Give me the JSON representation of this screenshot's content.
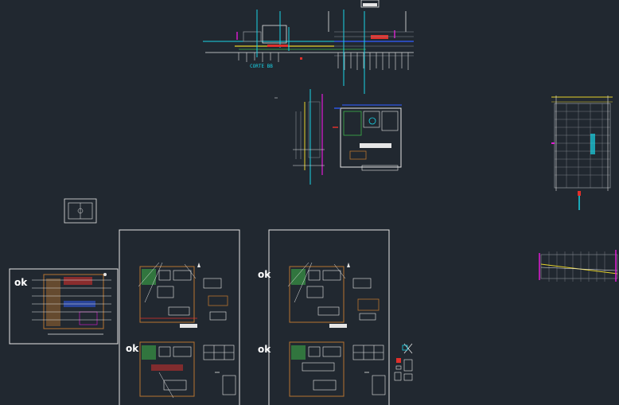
{
  "colors": {
    "background": "#212830",
    "frame": "#e6e6e6",
    "cyan": "#19d3e6",
    "magenta": "#e21bd6",
    "red": "#e0302b",
    "yellow": "#e6d22a",
    "orange": "#b8732f",
    "green": "#3fb54a",
    "white": "#ffffff",
    "blue": "#2f56e0",
    "grey": "#8a8f96"
  },
  "marks": {
    "ok_1": "ok",
    "ok_2": "ok",
    "ok_3": "ok",
    "ok_4": "ok"
  },
  "labels": {
    "section_title": "CORTE BB"
  }
}
